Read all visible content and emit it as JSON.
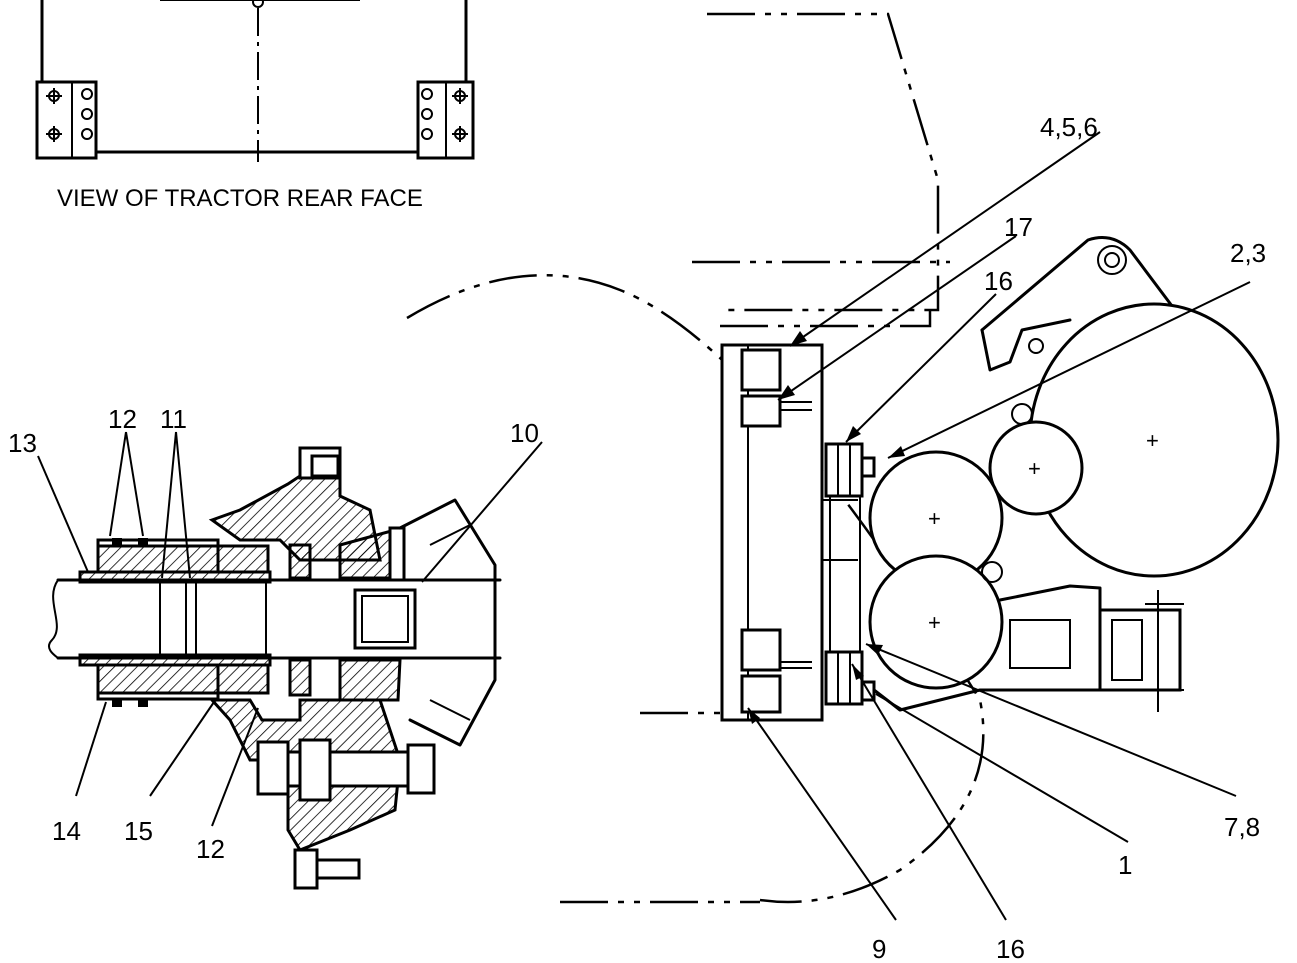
{
  "caption": "VIEW OF TRACTOR REAR FACE",
  "callouts": {
    "c1": "1",
    "c2_3": "2,3",
    "c4_5_6": "4,5,6",
    "c7_8": "7,8",
    "c9": "9",
    "c10": "10",
    "c11": "11",
    "c12_top": "12",
    "c12_bottom": "12",
    "c13": "13",
    "c14": "14",
    "c15": "15",
    "c16_upper": "16",
    "c16_lower": "16",
    "c17": "17"
  }
}
